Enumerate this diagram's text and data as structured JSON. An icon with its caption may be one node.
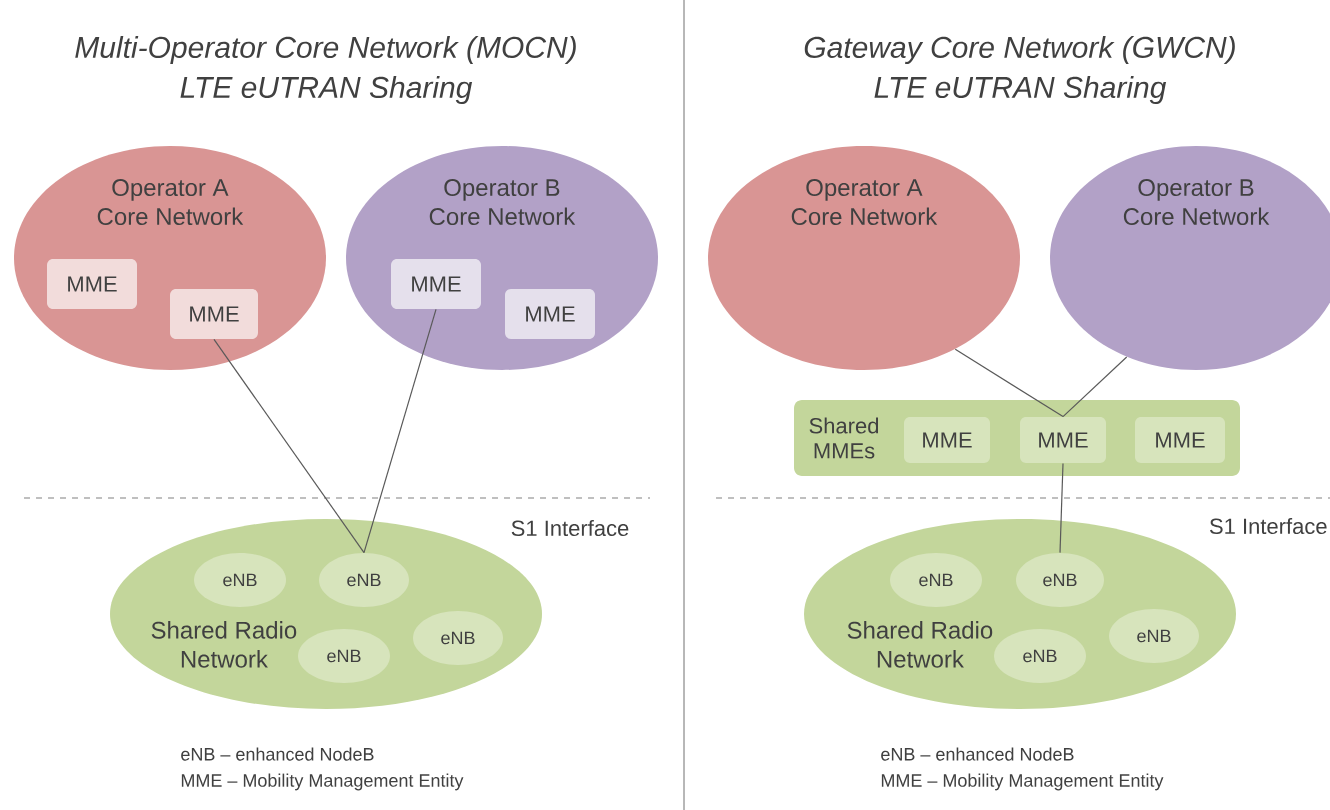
{
  "diagram": {
    "nodes": [
      {
        "text": [
          "Operator A Core Network"
        ]
      },
      {
        "text": [
          "MME"
        ],
        "in": 0
      },
      {
        "text": [
          "MME"
        ],
        "in": 0
      },
      {
        "text": [
          "Operator B Core Network"
        ]
      },
      {
        "text": [
          "MME"
        ],
        "in": 3
      },
      {
        "text": [
          "MME"
        ],
        "in": 3
      },
      {
        "text": [
          "Shared Radio Network"
        ]
      },
      {
        "text": [
          "eNB"
        ],
        "in": 6
      },
      {
        "text": [
          "eNB"
        ],
        "in": 6
      },
      {
        "text": [
          "eNB"
        ],
        "in": 6
      },
      {
        "text": [
          "eNB"
        ],
        "in": 6
      },
      {
        "text": [
          "Operator A Core Network"
        ]
      },
      {
        "text": [
          "Operator B Core Network"
        ]
      },
      {
        "text": [
          "Shared MMEs"
        ]
      },
      {
        "text": [
          "MME"
        ],
        "in": 13
      },
      {
        "text": [
          "MME"
        ],
        "in": 13
      },
      {
        "text": [
          "MME"
        ],
        "in": 13
      },
      {
        "text": [
          "Shared Radio Network"
        ]
      },
      {
        "text": [
          "eNB"
        ],
        "in": 17
      },
      {
        "text": [
          "eNB"
        ],
        "in": 17
      },
      {
        "text": [
          "eNB"
        ],
        "in": 17
      },
      {
        "text": [
          "eNB"
        ],
        "in": 17
      }
    ],
    "edges": [
      {
        "from": 2,
        "to": 8,
        "arrow": "none"
      },
      {
        "from": 4,
        "to": 8,
        "arrow": "none"
      },
      {
        "from": 11,
        "to": 15,
        "arrow": "none"
      },
      {
        "from": 12,
        "to": 15,
        "arrow": "none"
      },
      {
        "from": 15,
        "to": 19,
        "arrow": "none"
      }
    ],
    "labels": [
      "Multi-Operator Core Network (MOCN)",
      "LTE eUTRAN Sharing",
      "Gateway Core Network (GWCN)",
      "LTE eUTRAN Sharing",
      "S1 Interface",
      "S1 Interface",
      "eNB – enhanced NodeB",
      "MME – Mobility Management Entity",
      "eNB – enhanced NodeB",
      "MME – Mobility Management Entity"
    ]
  }
}
